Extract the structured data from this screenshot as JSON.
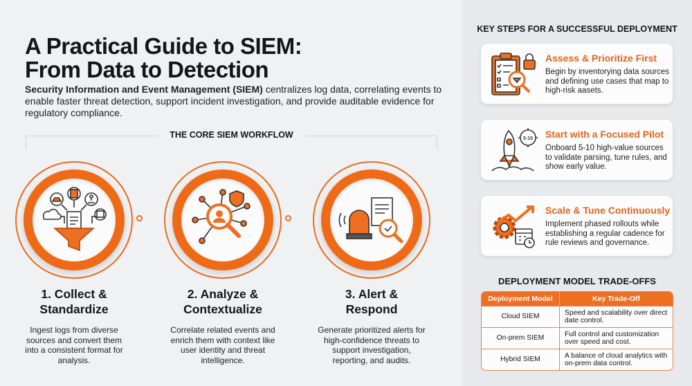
{
  "title_line1": "A Practical Guide to SIEM:",
  "title_line2": "From Data to Detection",
  "intro_bold": "Security Information and Event Management (SIEM)",
  "intro_rest": " centralizes log data, correlating events to enable faster threat detection, support incident investigation, and provide auditable evidence for regulatory compliance.",
  "workflow_label": "THE CORE SIEM WORKFLOW",
  "steps": [
    {
      "title1": "1. Collect &",
      "title2": "Standardize",
      "desc": "Ingest logs from diverse sources and convert them into a consistent format for analysis."
    },
    {
      "title1": "2. Analyze &",
      "title2": "Contextualize",
      "desc": "Correlate related events and enrich them with context like user identity and threat intelligence."
    },
    {
      "title1": "3. Alert &",
      "title2": "Respond",
      "desc": "Generate prioritized alerts for high-confidence threats to support investigation, reporting, and audits."
    }
  ],
  "side": {
    "heading": "KEY STEPS FOR A SUCCESSFUL DEPLOYMENT",
    "cards": [
      {
        "title": "Assess & Prioritize First",
        "desc": "Begin by inventorying data sources and defining use cases that map to high-risk aasets.",
        "icon": "clipboard-magnifier-icon"
      },
      {
        "title": "Start with a Focused Pilot",
        "desc": "Onboard 5-10 high-value sources to validate parsing, tune rules, and show early value.",
        "icon": "rocket-icon",
        "badge": "5-10"
      },
      {
        "title": "Scale & Tune Continuously",
        "desc": "Implement phased rollouts while establishing a regular cadence for rule reviews and governance.",
        "icon": "gear-growth-icon"
      }
    ],
    "table_heading": "DEPLOYMENT MODEL TRADE-OFFS",
    "table": {
      "headers": [
        "Deployment Model",
        "Key Trade-Off"
      ],
      "rows": [
        [
          "Cloud SIEM",
          "Speed and scalability over direct date control."
        ],
        [
          "On-prem SIEM",
          "Full control and customization over speed and cost."
        ],
        [
          "Hybrid SIEM",
          "A balance of cloud analytics with on-prem data control."
        ]
      ]
    }
  },
  "colors": {
    "accent": "#ee6e22",
    "background": "#eff1f3",
    "panel": "#e7e9ec"
  }
}
